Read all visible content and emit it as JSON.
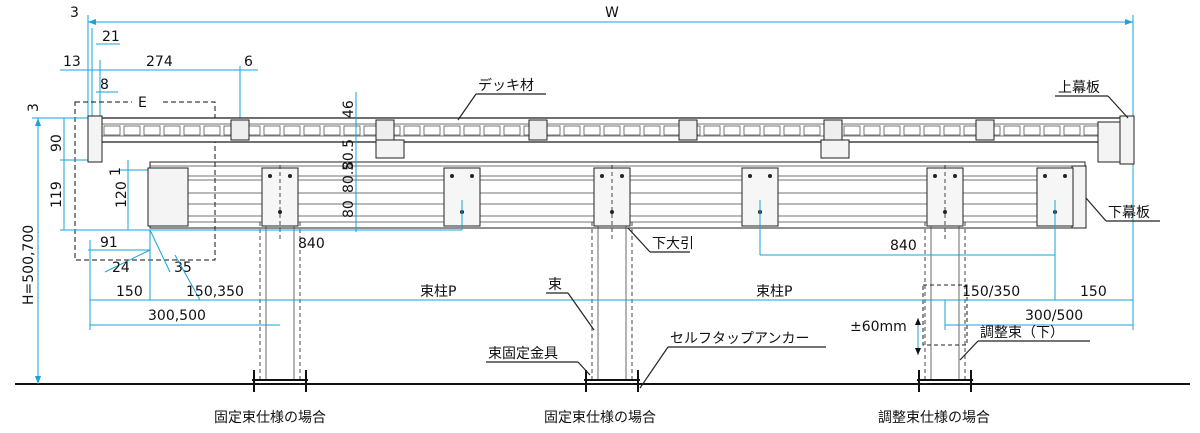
{
  "labels": {
    "deck": "デッキ材",
    "upper_fascia": "上幕板",
    "lower_fascia": "下幕板",
    "lower_beam": "下大引",
    "post": "束",
    "post_fixture": "束固定金具",
    "self_tap_anchor": "セルフタップアンカー",
    "adjust_post_lower": "調整束（下）",
    "fixed_case_left": "固定束仕様の場合",
    "fixed_case_mid": "固定束仕様の場合",
    "adjust_case": "調整束仕様の場合",
    "post_pitch_1": "束柱P",
    "post_pitch_2": "束柱P"
  },
  "dimensions": {
    "W": "W",
    "E": "E",
    "H": "H=500,700",
    "d3_top": "3",
    "d21": "21",
    "d13": "13",
    "d274": "274",
    "d6": "6",
    "d8": "8",
    "d3_left": "3",
    "d90": "90",
    "d119": "119",
    "d1": "1",
    "d120": "120",
    "d91": "91",
    "d24": "24",
    "d35": "35",
    "d46": "46",
    "d80_5": "80.5",
    "d80a": "80.5",
    "d80b": "80",
    "d840_left": "840",
    "d840_right": "840",
    "d150_left": "150",
    "d150_350_left": "150,350",
    "d300_500_left": "300,500",
    "d150_350_right": "150/350",
    "d150_right": "150",
    "d300_500_right": "300/500",
    "adjust_range": "±60mm"
  }
}
